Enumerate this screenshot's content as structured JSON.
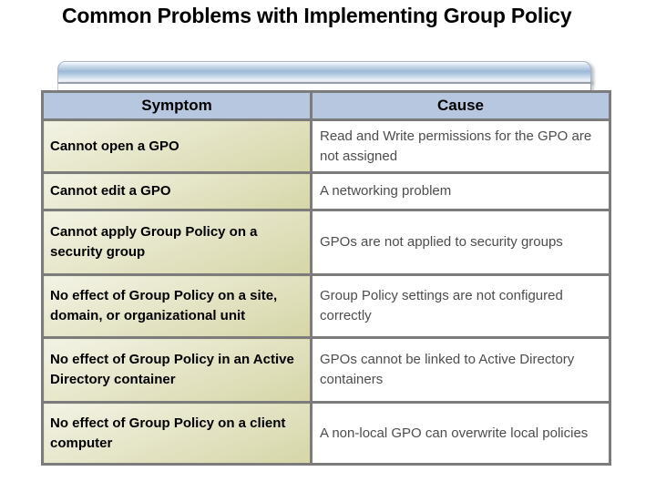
{
  "slide": {
    "title": "Common Problems with Implementing Group Policy"
  },
  "table": {
    "headers": [
      "Symptom",
      "Cause"
    ],
    "rows": [
      {
        "symptom": "Cannot open a GPO",
        "cause": "Read and Write permissions for the GPO are not assigned"
      },
      {
        "symptom": "Cannot edit a GPO",
        "cause": "A networking problem"
      },
      {
        "symptom": "Cannot apply Group Policy on a security group",
        "cause": "GPOs are not applied to security groups"
      },
      {
        "symptom": "No effect of Group Policy on a site, domain, or organizational unit",
        "cause": "Group Policy settings are not configured correctly"
      },
      {
        "symptom": "No effect of Group Policy in an Active Directory container",
        "cause": "GPOs cannot be linked to Active Directory containers"
      },
      {
        "symptom": "No effect of Group Policy on a client computer",
        "cause": "A non-local GPO can overwrite local policies"
      }
    ]
  },
  "colors": {
    "header_bg": "#b8c7e0",
    "bar_blue": "#9db9d6",
    "table_border": "#7c7c7c",
    "symptom_light": "#f3f3e5",
    "symptom_dark": "#d6d6a8",
    "cause_text": "#4d4d4d",
    "title_text": "#000000"
  }
}
